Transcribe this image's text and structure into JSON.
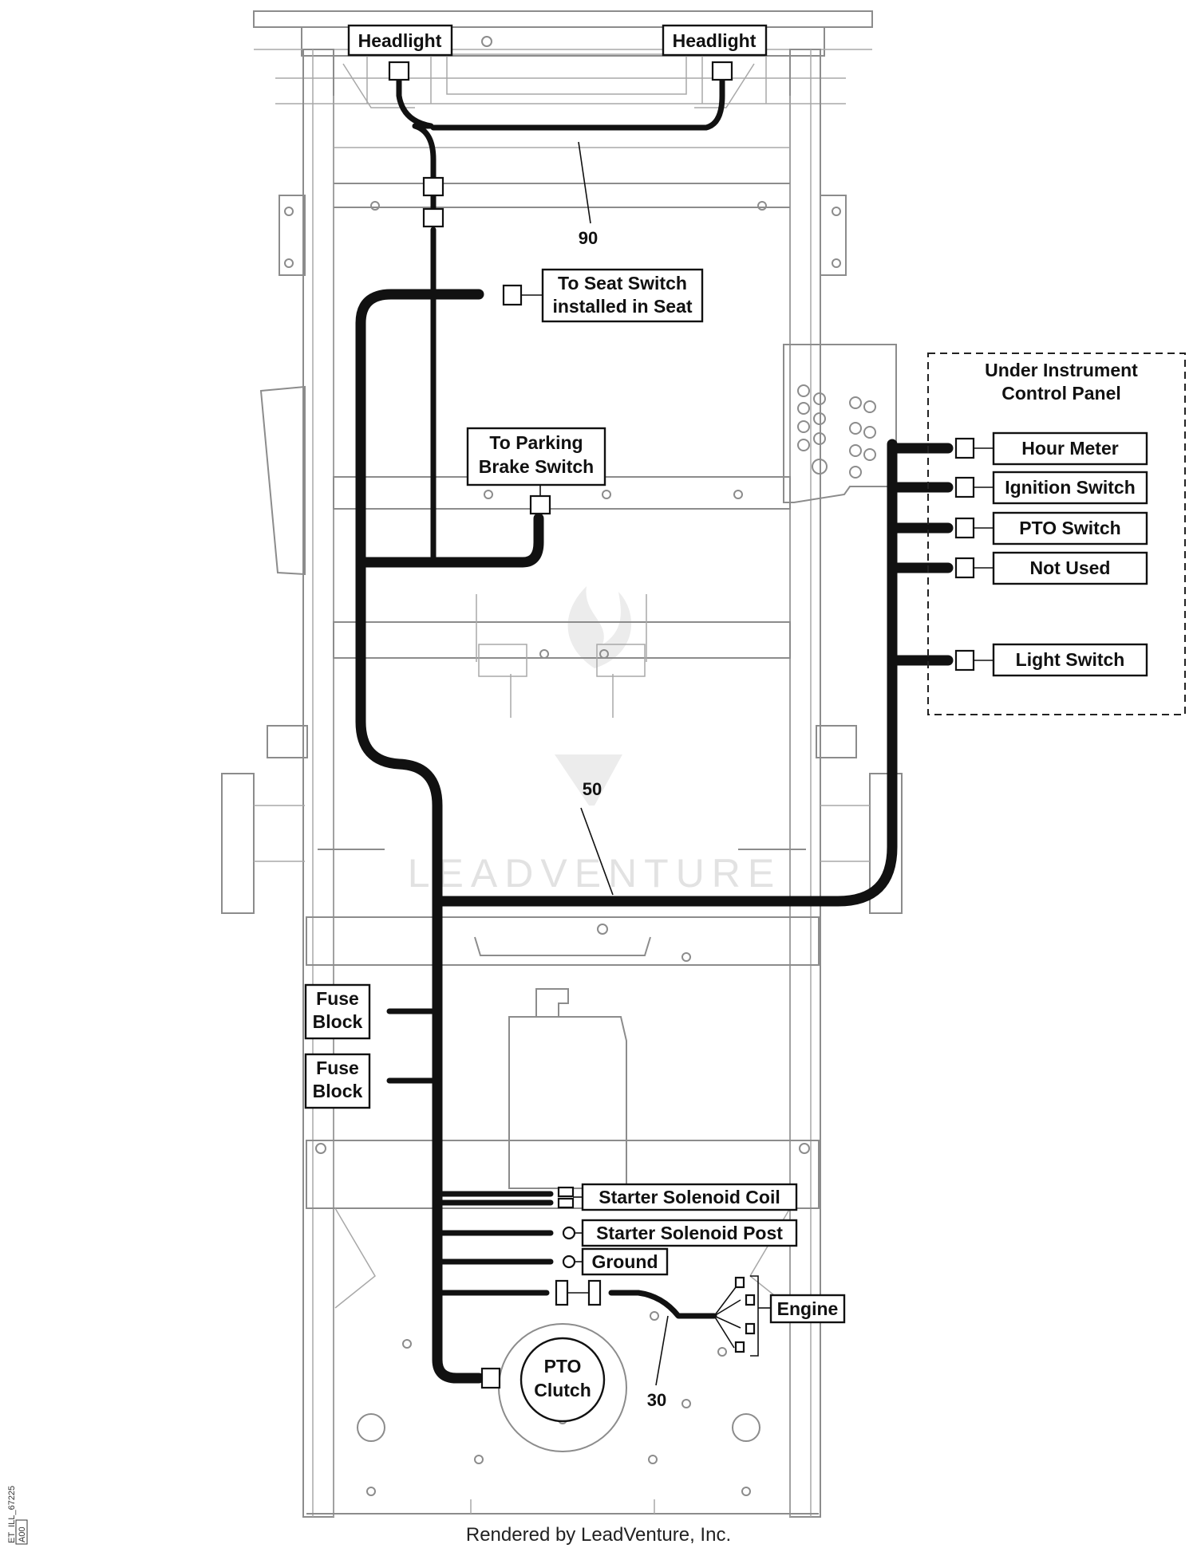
{
  "labels": {
    "headlight_left": "Headlight",
    "headlight_right": "Headlight",
    "seat_switch": [
      "To Seat Switch",
      "installed in Seat"
    ],
    "parking_brake": [
      "To Parking",
      "Brake Switch"
    ],
    "instrument_panel": [
      "Under Instrument",
      "Control Panel"
    ],
    "hour_meter": "Hour Meter",
    "ignition_switch": "Ignition Switch",
    "pto_switch": "PTO Switch",
    "not_used": "Not Used",
    "light_switch": "Light Switch",
    "fuse_block_1": [
      "Fuse",
      "Block"
    ],
    "fuse_block_2": [
      "Fuse",
      "Block"
    ],
    "starter_solenoid_coil": "Starter Solenoid Coil",
    "starter_solenoid_post": "Starter Solenoid Post",
    "ground": "Ground",
    "engine": "Engine",
    "pto_clutch": [
      "PTO",
      "Clutch"
    ]
  },
  "callouts": {
    "harness_90": "90",
    "harness_50": "50",
    "harness_30": "30"
  },
  "watermark": "LEADVENTURE",
  "footer": "Rendered by LeadVenture, Inc.",
  "image_code": [
    "ET_ILL_67225",
    "A00"
  ]
}
